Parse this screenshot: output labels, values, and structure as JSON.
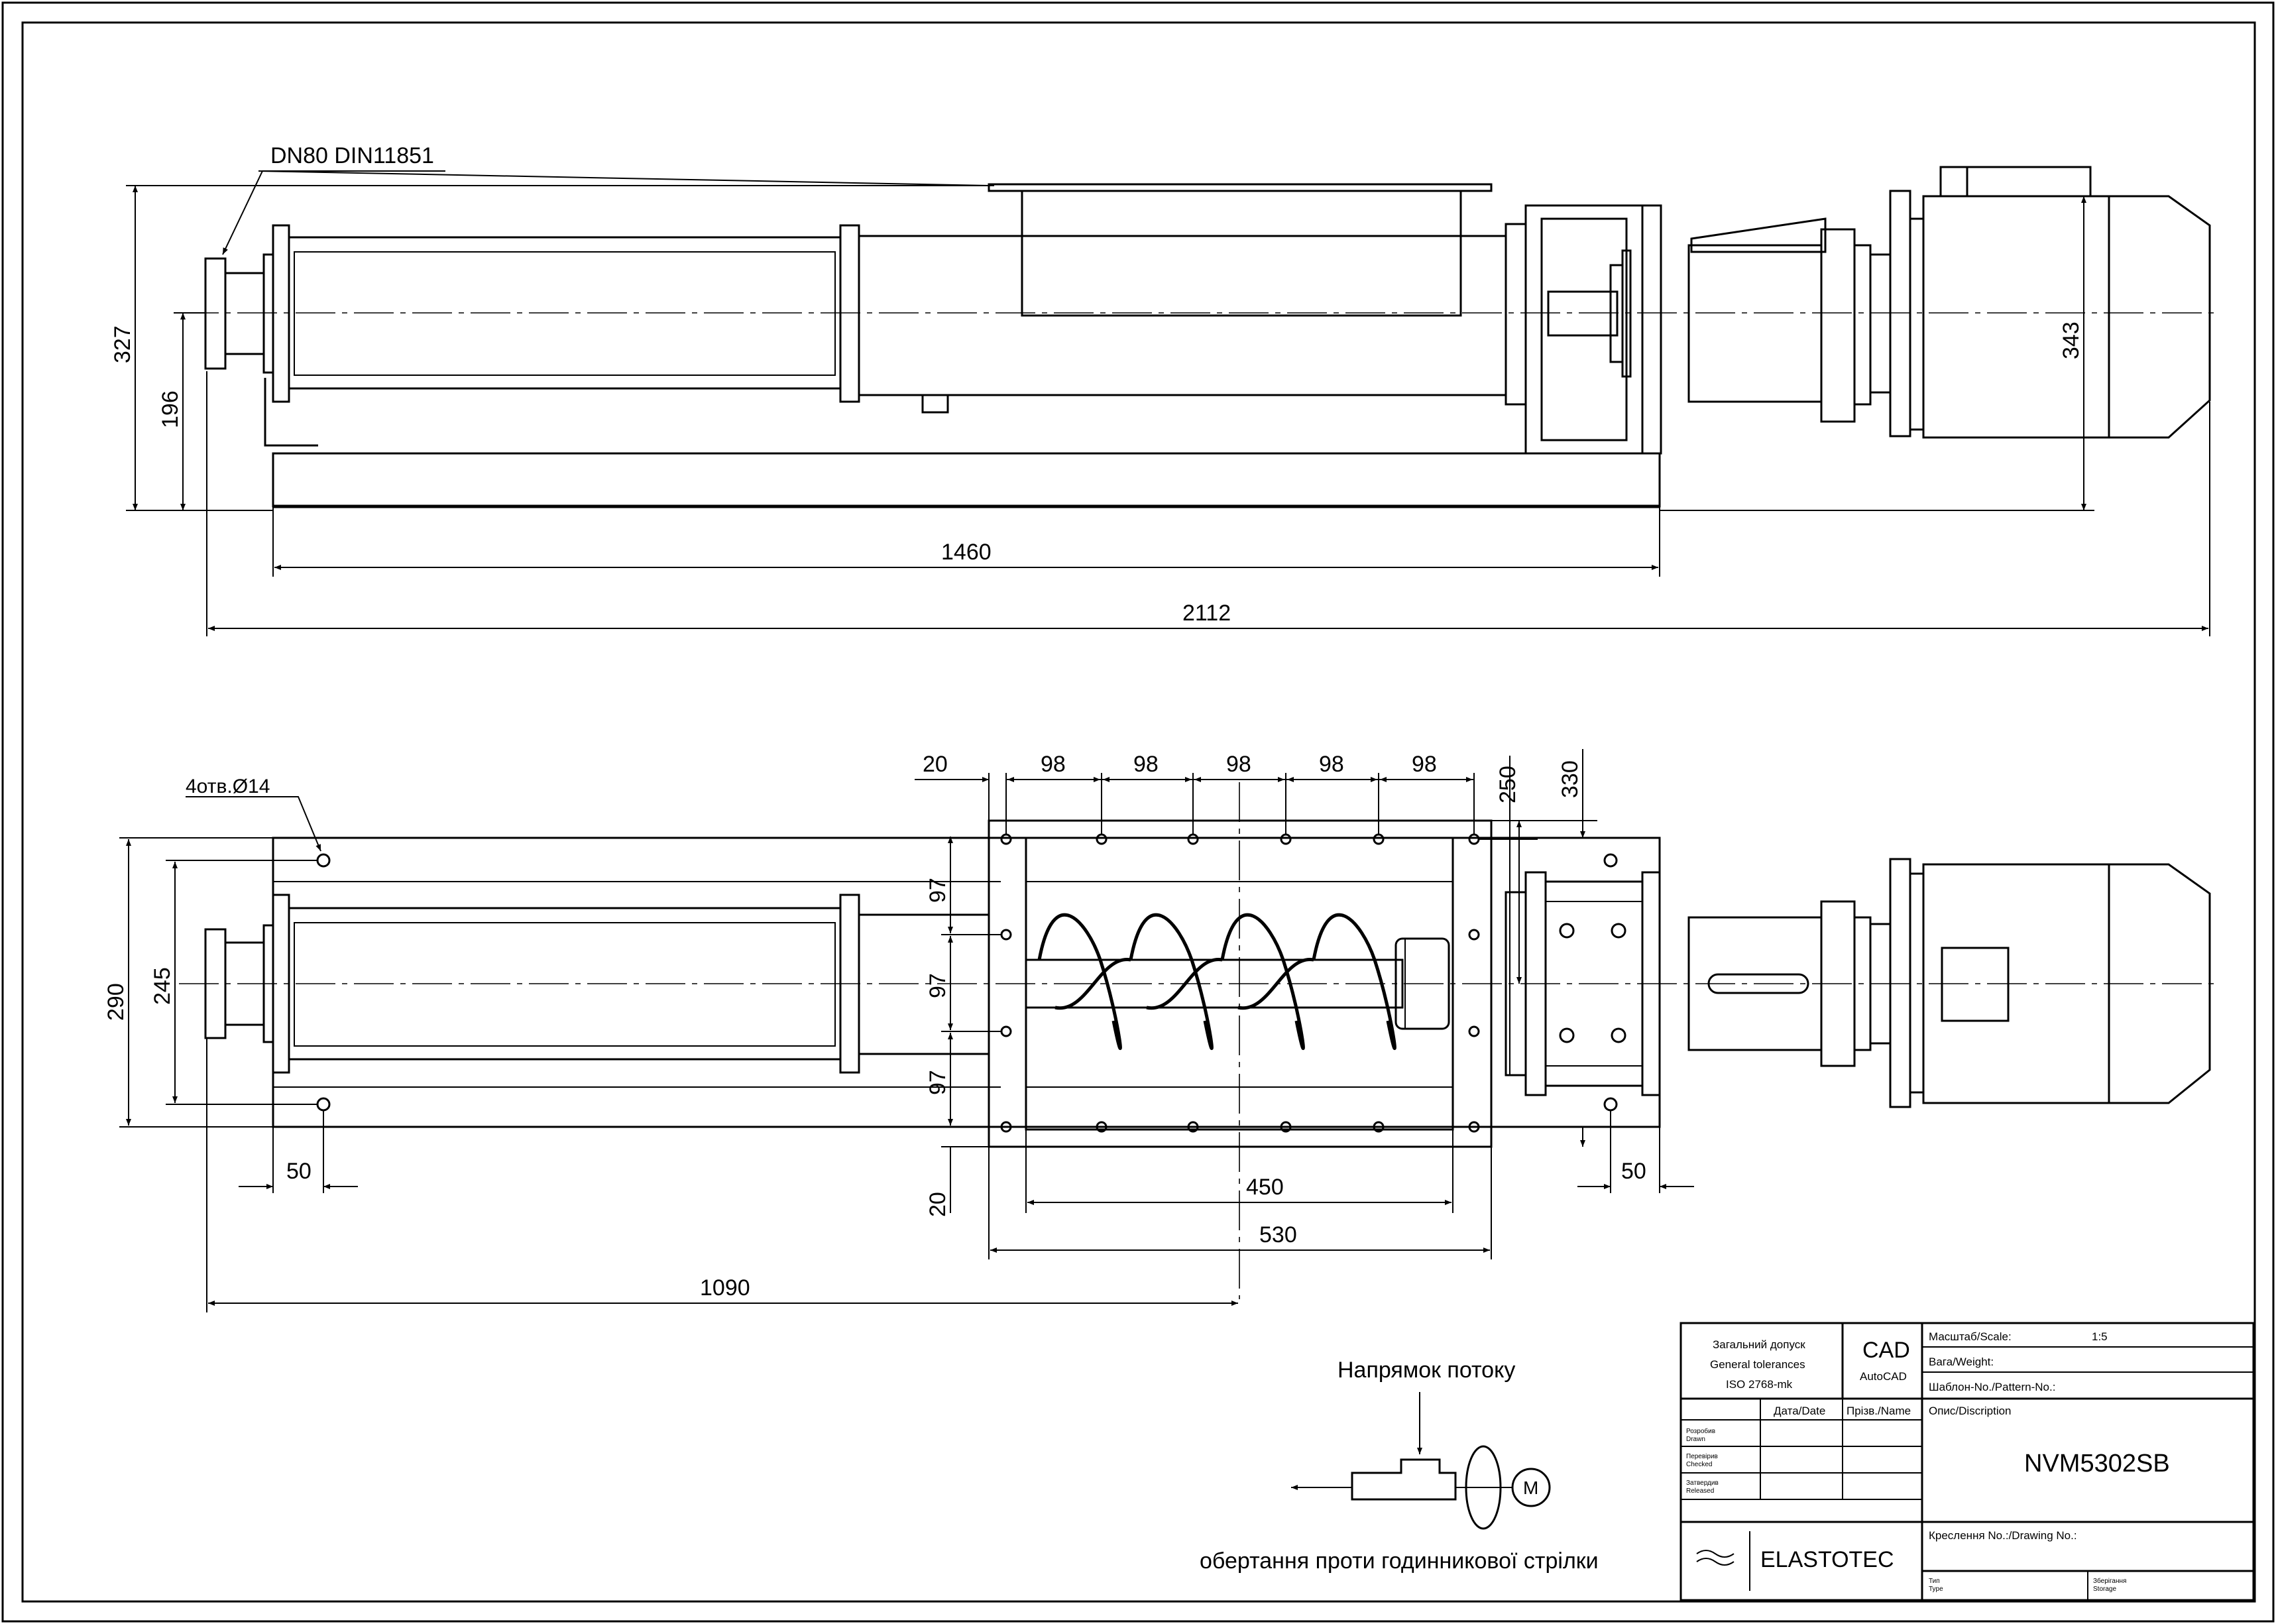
{
  "side_view": {
    "flange_label": "DN80 DIN11851",
    "dim_height_total": "327",
    "dim_height_axis": "196",
    "dim_motor_height": "343",
    "dim_base_length": "1460",
    "dim_overall_length": "2112"
  },
  "top_view": {
    "holes_label": "4отв.Ø14",
    "dim_flange_offset": "20",
    "dim_hole_pitch": [
      "98",
      "98",
      "98",
      "98",
      "98"
    ],
    "dim_250": "250",
    "dim_330": "330",
    "dim_290": "290",
    "dim_245": "245",
    "dim_97": [
      "97",
      "97",
      "97"
    ],
    "dim_20_bottom": "20",
    "dim_50_left": "50",
    "dim_50_right": "50",
    "dim_450": "450",
    "dim_530": "530",
    "dim_1090": "1090"
  },
  "flow": {
    "direction_label": "Напрямок потоку",
    "rotation_label": "обертання проти годинникової стрілки",
    "motor_symbol": "M"
  },
  "title_block": {
    "tolerances_ua": "Загальний допуск",
    "tolerances_en": "General tolerances",
    "tolerances_std": "ISO 2768-mk",
    "cad": "CAD",
    "cad_app": "AutoCAD",
    "scale_label": "Масштаб/Scale:",
    "scale_value": "1:5",
    "weight_label": "Вага/Weight:",
    "pattern_label": "Шаблон-No./Pattern-No.:",
    "date_header": "Дата/Date",
    "name_header": "Прізв./Name",
    "desc_label": "Опис/Discription",
    "row_drawn_ua": "Розробив",
    "row_drawn_en": "Drawn",
    "row_checked_ua": "Перевірив",
    "row_checked_en": "Checked",
    "row_released_ua": "Затвердив",
    "row_released_en": "Released",
    "product_code": "NVM5302SB",
    "company": "ELASTOTEC",
    "drawing_no_label": "Креслення No.:/Drawing No.:",
    "type_ua": "Тип",
    "type_en": "Type",
    "storage_ua": "Зберігання",
    "storage_en": "Storage"
  }
}
